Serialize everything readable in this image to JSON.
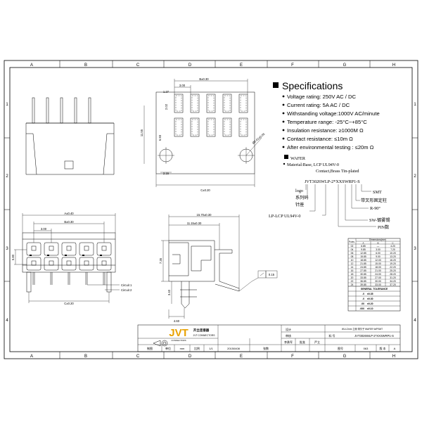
{
  "zones": {
    "columns": [
      "A",
      "B",
      "C",
      "D",
      "E",
      "F",
      "G",
      "H"
    ],
    "rows": [
      "1",
      "2",
      "3",
      "4"
    ]
  },
  "specs": {
    "title": "Specifications",
    "items": [
      "Voltage rating: 250V AC / DC",
      "Current rating: 5A  AC / DC",
      "Withstanding voltage:1000V AC/minute",
      "Temperature range: -25°C~+85°C",
      "Insulation resistance:  ≥1000M Ω",
      "Contact resistance:  ≤10m Ω",
      "After environmental testing  :  ≤20m Ω"
    ]
  },
  "wafer": {
    "title": "WAFER",
    "material_line1": "Material:Base, LCP  UL94V-0",
    "material_line2": "Contact,Brass Tin-plated"
  },
  "part_code": {
    "code": "JVT3026WLP-2*XXSWRP1-S",
    "labels": [
      "logo",
      "系列码",
      "针座",
      "LP-LCP UL94V-0",
      "SMT",
      "带叉形固定柱",
      "R-90°",
      "SW-镀雾锡",
      "PIN数"
    ]
  },
  "dimensions": {
    "front_top": [
      "B±0.30",
      "3.00",
      "1.27",
      "2.02",
      "11.55",
      "6.93",
      "C±0.20",
      "2.15",
      "Ø2.41±0.05"
    ],
    "front_bottom": [
      "A±0.40",
      "B±0.30",
      "3.00",
      "5.80",
      "C±0.20"
    ],
    "side": [
      "15.70±0.30",
      "11.15±0.30",
      "7.35",
      "3.40",
      "4.60",
      "0.15"
    ],
    "circuits": [
      "Circuit 1",
      "Circuit 2"
    ]
  },
  "table": {
    "header_pole": "Poles",
    "header_dim": "Dimensions(mm)",
    "columns": [
      "",
      "A",
      "B",
      "C"
    ],
    "rows": [
      [
        "02",
        "6.85",
        "—",
        "4.20"
      ],
      [
        "04",
        "9.85",
        "3.00",
        "7.20"
      ],
      [
        "06",
        "12.85",
        "6.00",
        "10.20"
      ],
      [
        "08",
        "15.85",
        "9.00",
        "13.20"
      ],
      [
        "10",
        "18.85",
        "12.00",
        "16.20"
      ],
      [
        "12",
        "21.85",
        "15.00",
        "19.20"
      ],
      [
        "14",
        "24.85",
        "18.00",
        "22.20"
      ],
      [
        "16",
        "27.85",
        "21.00",
        "25.20"
      ],
      [
        "18",
        "30.85",
        "24.00",
        "28.20"
      ],
      [
        "20",
        "33.85",
        "27.00",
        "31.20"
      ],
      [
        "22",
        "36.85",
        "30.00",
        "34.20"
      ],
      [
        "24",
        "39.85",
        "33.00",
        "37.20"
      ]
    ],
    "tol_title": "GENERAL TOLERANCE",
    "tol_rows": [
      [
        ".0",
        "±0.35"
      ],
      [
        ".0",
        "±0.30"
      ],
      [
        ".00",
        "±0.20"
      ],
      [
        ".000",
        "±0.10"
      ]
    ]
  },
  "title_block": {
    "brand": "JVT",
    "brand_sub": "CONNECTORS",
    "company_cn": "开立连接器",
    "company_en": "JVT CONNECTORS",
    "unit": "mm",
    "scale": "1/1",
    "date": "20150408",
    "designer": "李勇军",
    "approver": "严立",
    "check_label": "审核",
    "approve_label": "批准",
    "part_desc": "WL4.2mm 立侧 带叉子 WAFER W/PSMT",
    "part_no_label": "料 号",
    "part_no": "JVT3026WLP-2*XXSWRP1-S",
    "page": "063",
    "rev_label": "版 本",
    "rev": "A",
    "misc": [
      "设计",
      "制图",
      "日期",
      "单位",
      "比例",
      "张数",
      "图号"
    ]
  }
}
